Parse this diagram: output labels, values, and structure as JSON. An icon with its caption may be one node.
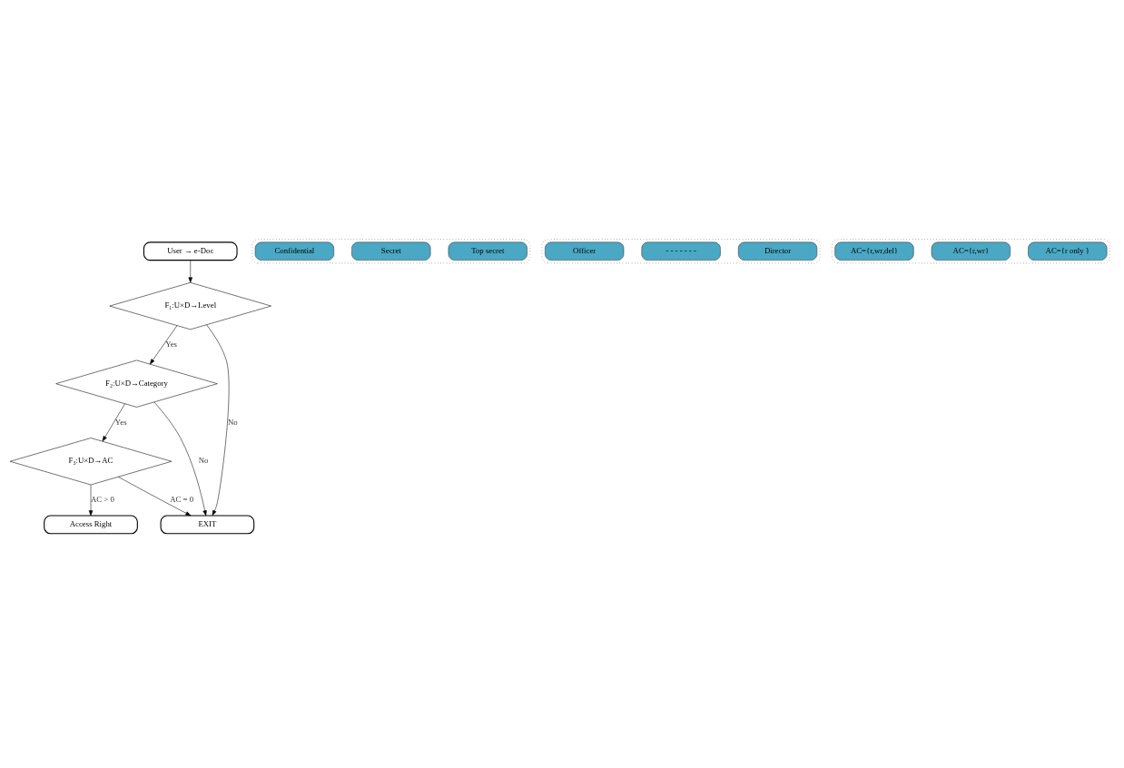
{
  "diagram": {
    "nodes": [
      {
        "text": [
          "User → e-Doc"
        ]
      },
      {
        "text": [],
        "shape": "box"
      },
      {
        "text": [
          "Top secret"
        ],
        "in": 1
      },
      {
        "text": [
          "Secret"
        ],
        "in": 1
      },
      {
        "text": [
          "Confidential"
        ],
        "in": 1
      },
      {
        "text": [
          "F₁:U×D→Level"
        ]
      },
      {
        "text": [],
        "shape": "box"
      },
      {
        "text": [
          "Director"
        ],
        "in": 6
      },
      {
        "text": [
          "- - - - - - -"
        ],
        "in": 6
      },
      {
        "text": [
          "Officer"
        ],
        "in": 6
      },
      {
        "text": [
          "F₂:U×D→Category"
        ]
      },
      {
        "text": [],
        "shape": "box"
      },
      {
        "text": [
          "AC={r only }"
        ],
        "in": 11
      },
      {
        "text": [
          "AC={r,wr}"
        ],
        "in": 11
      },
      {
        "text": [
          "AC={r,wr,del}"
        ],
        "in": 11
      },
      {
        "text": [
          "F₃:U×D→AC"
        ]
      },
      {
        "text": [
          "Access Right"
        ]
      },
      {
        "text": [
          "EXIT"
        ]
      }
    ],
    "edges": [
      {
        "from": 0,
        "to": 5,
        "arrow": "to"
      },
      {
        "from": 5,
        "to": 17,
        "arrow": "to",
        "label": "No"
      },
      {
        "from": 5,
        "to": 10,
        "arrow": "to",
        "label": "Yes"
      },
      {
        "from": 10,
        "to": 17,
        "arrow": "to",
        "label": "No"
      },
      {
        "from": 10,
        "to": 15,
        "arrow": "to",
        "label": "Yes"
      },
      {
        "from": 15,
        "to": 17,
        "arrow": "to",
        "label": "AC = 0"
      },
      {
        "from": 15,
        "to": 16,
        "arrow": "to",
        "label": "AC > 0"
      }
    ]
  }
}
